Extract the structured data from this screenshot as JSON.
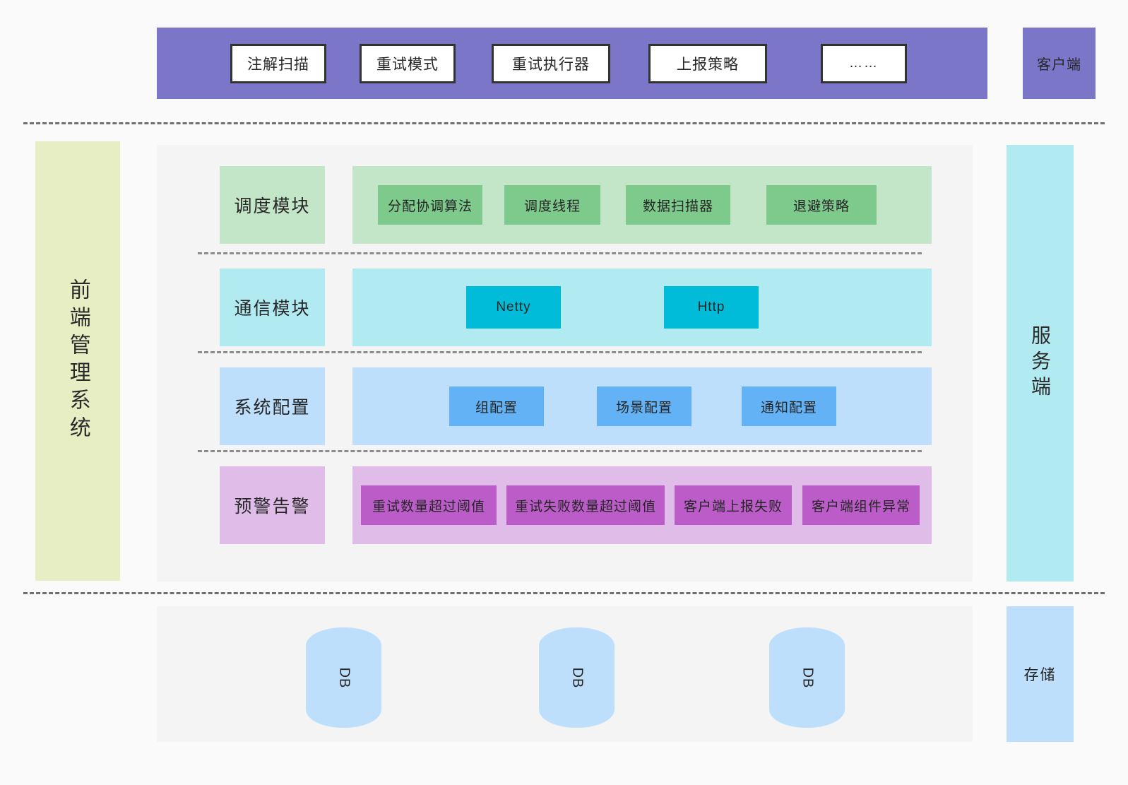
{
  "client_layer": {
    "side_label": "客户端",
    "items": [
      {
        "label": "注解扫描"
      },
      {
        "label": "重试模式"
      },
      {
        "label": "重试执行器"
      },
      {
        "label": "上报策略"
      },
      {
        "label": "……"
      }
    ]
  },
  "frontend": {
    "label": "前端管理系统"
  },
  "server": {
    "side_label": "服务端",
    "layers": [
      {
        "label": "调度模块",
        "band_color": "#c4e6c8",
        "chip_color": "#7ec98c",
        "chips": [
          "分配协调算法",
          "调度线程",
          "数据扫描器",
          "退避策略"
        ]
      },
      {
        "label": "通信模块",
        "band_color": "#b2eaf2",
        "chip_color": "#00bcd9",
        "chips": [
          "Netty",
          "Http"
        ]
      },
      {
        "label": "系统配置",
        "band_color": "#bddffb",
        "chip_color": "#63b2f5",
        "chips": [
          "组配置",
          "场景配置",
          "通知配置"
        ]
      },
      {
        "label": "预警告警",
        "band_color": "#e0bde9",
        "chip_color": "#bb5cc9",
        "chips": [
          "重试数量超过阈值",
          "重试失败数量超过阈值",
          "客户端上报失败",
          "客户端组件异常"
        ]
      }
    ]
  },
  "storage": {
    "side_label": "存储",
    "databases": [
      {
        "label": "DB"
      },
      {
        "label": "DB"
      },
      {
        "label": "DB"
      }
    ]
  },
  "colors": {
    "client_purple": "#7b76c8",
    "frontend_khaki": "#e8eec4",
    "panel_gray": "#f4f4f4",
    "page_bg": "#fafafa",
    "divider_gray": "#707070"
  }
}
